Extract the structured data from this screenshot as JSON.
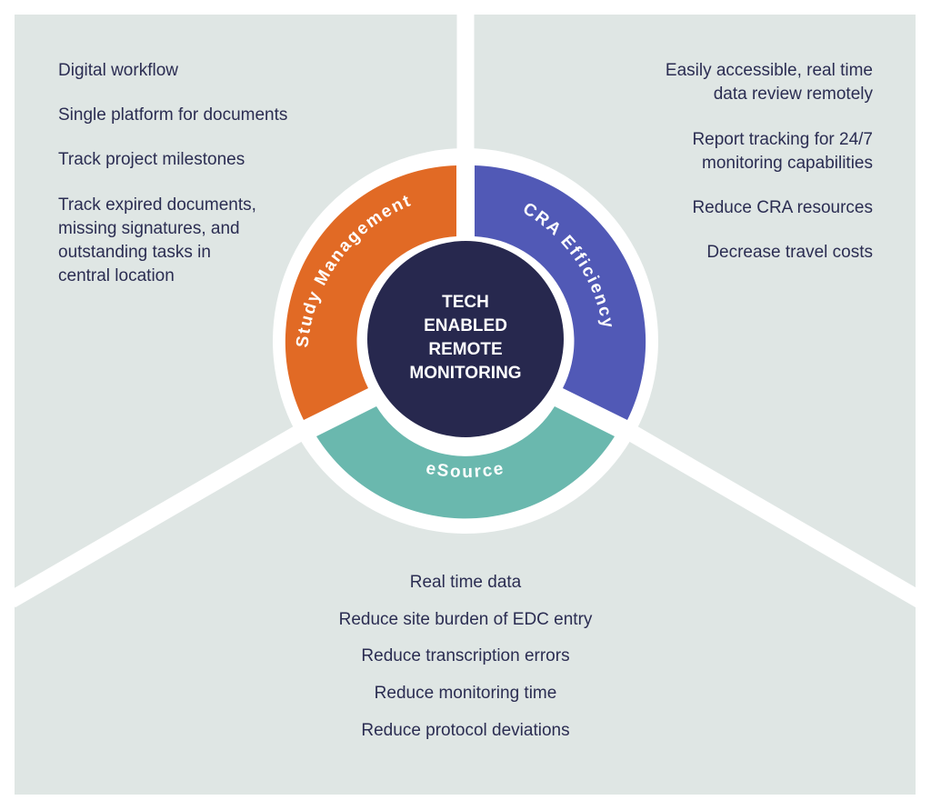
{
  "colors": {
    "panel_bg": "#dfe6e4",
    "divider": "#ffffff",
    "study_management": "#e16a25",
    "cra_efficiency": "#5159b6",
    "esource": "#6ab8ae",
    "center": "#27284e",
    "text": "#2b2d52"
  },
  "center": {
    "line1": "TECH",
    "line2": "ENABLED",
    "line3": "REMOTE",
    "line4": "MONITORING"
  },
  "segments": {
    "study_management": "Study Management",
    "cra_efficiency": "CRA Efficiency",
    "esource": "eSource"
  },
  "left_items": [
    "Digital workflow",
    "Single platform for documents",
    "Track project milestones",
    "Track expired documents, missing signatures, and outstanding tasks in central location"
  ],
  "right_items": [
    "Easily accessible, real time data review remotely",
    "Report tracking for 24/7 monitoring capabilities",
    "Reduce CRA resources",
    "Decrease travel costs"
  ],
  "bottom_items": [
    "Real time data",
    "Reduce site burden of EDC entry",
    "Reduce transcription errors",
    "Reduce monitoring time",
    "Reduce protocol deviations"
  ]
}
